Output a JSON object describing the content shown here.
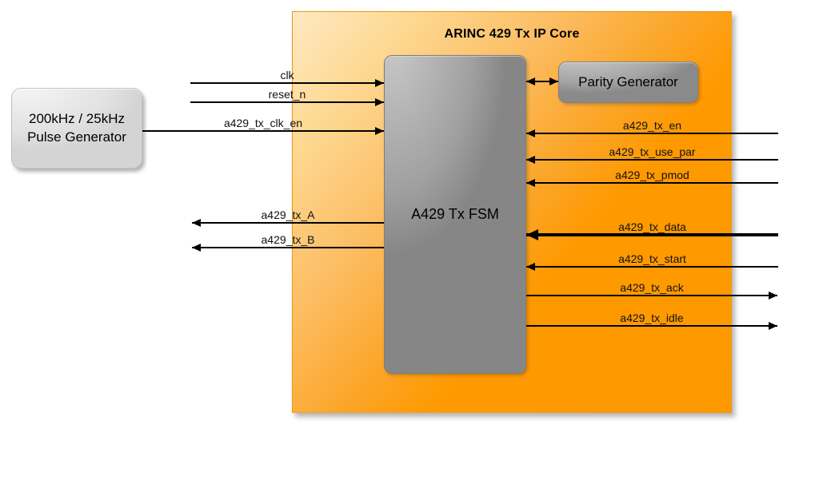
{
  "diagram": {
    "title": "ARINC 429 Tx IP Core",
    "blocks": {
      "pulse_generator": {
        "label_line1": "200kHz / 25kHz",
        "label_line2": "Pulse Generator"
      },
      "fsm": {
        "label": "A429 Tx FSM"
      },
      "parity_generator": {
        "label": "Parity Generator"
      }
    },
    "colors": {
      "core_orange": "#FF9900",
      "core_orange_light": "#FEE9C3",
      "block_gray": "#868686",
      "pulse_block_gray": "#D4D4D4",
      "line_black": "#000000"
    },
    "signals": [
      {
        "id": "clk",
        "label": "clk",
        "direction": "input",
        "width": "single"
      },
      {
        "id": "reset_n",
        "label": "reset_n",
        "direction": "input",
        "width": "single"
      },
      {
        "id": "a429_tx_clk_en",
        "label": "a429_tx_clk_en",
        "direction": "input",
        "width": "single"
      },
      {
        "id": "a429_tx_A",
        "label": "a429_tx_A",
        "direction": "output",
        "width": "single"
      },
      {
        "id": "a429_tx_B",
        "label": "a429_tx_B",
        "direction": "output",
        "width": "single"
      },
      {
        "id": "a429_tx_en",
        "label": "a429_tx_en",
        "direction": "input",
        "width": "single"
      },
      {
        "id": "a429_tx_use_par",
        "label": "a429_tx_use_par",
        "direction": "input",
        "width": "single"
      },
      {
        "id": "a429_tx_pmod",
        "label": "a429_tx_pmod",
        "direction": "input",
        "width": "single"
      },
      {
        "id": "a429_tx_data",
        "label": "a429_tx_data",
        "direction": "input",
        "width": "bus"
      },
      {
        "id": "a429_tx_start",
        "label": "a429_tx_start",
        "direction": "input",
        "width": "single"
      },
      {
        "id": "a429_tx_ack",
        "label": "a429_tx_ack",
        "direction": "output",
        "width": "single"
      },
      {
        "id": "a429_tx_idle",
        "label": "a429_tx_idle",
        "direction": "output",
        "width": "single"
      },
      {
        "id": "parity_link",
        "label": "",
        "direction": "bidirectional",
        "width": "single"
      }
    ]
  }
}
